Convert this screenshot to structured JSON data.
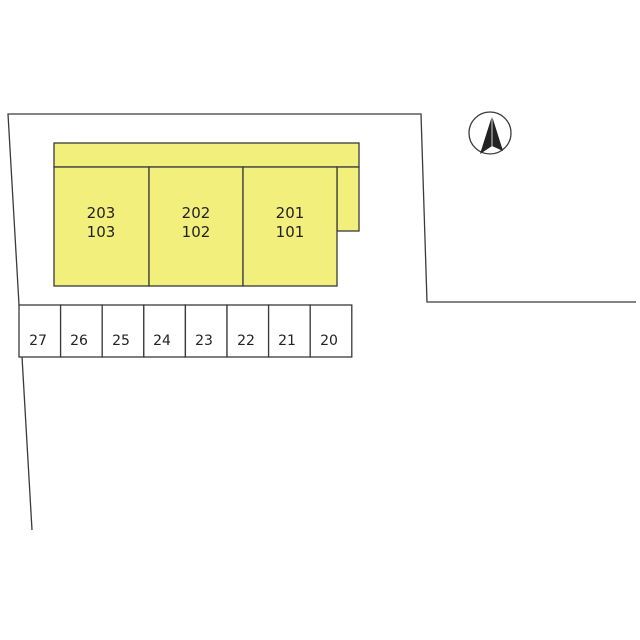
{
  "colors": {
    "building_fill": "#f3ef7d",
    "line": "#3a3a3a"
  },
  "compass": {
    "icon": "north-arrow-icon"
  },
  "building": {
    "units": [
      {
        "upper": "203",
        "lower": "103"
      },
      {
        "upper": "202",
        "lower": "102"
      },
      {
        "upper": "201",
        "lower": "101"
      }
    ]
  },
  "parking": {
    "spaces": [
      "27",
      "26",
      "25",
      "24",
      "23",
      "22",
      "21",
      "20"
    ]
  }
}
